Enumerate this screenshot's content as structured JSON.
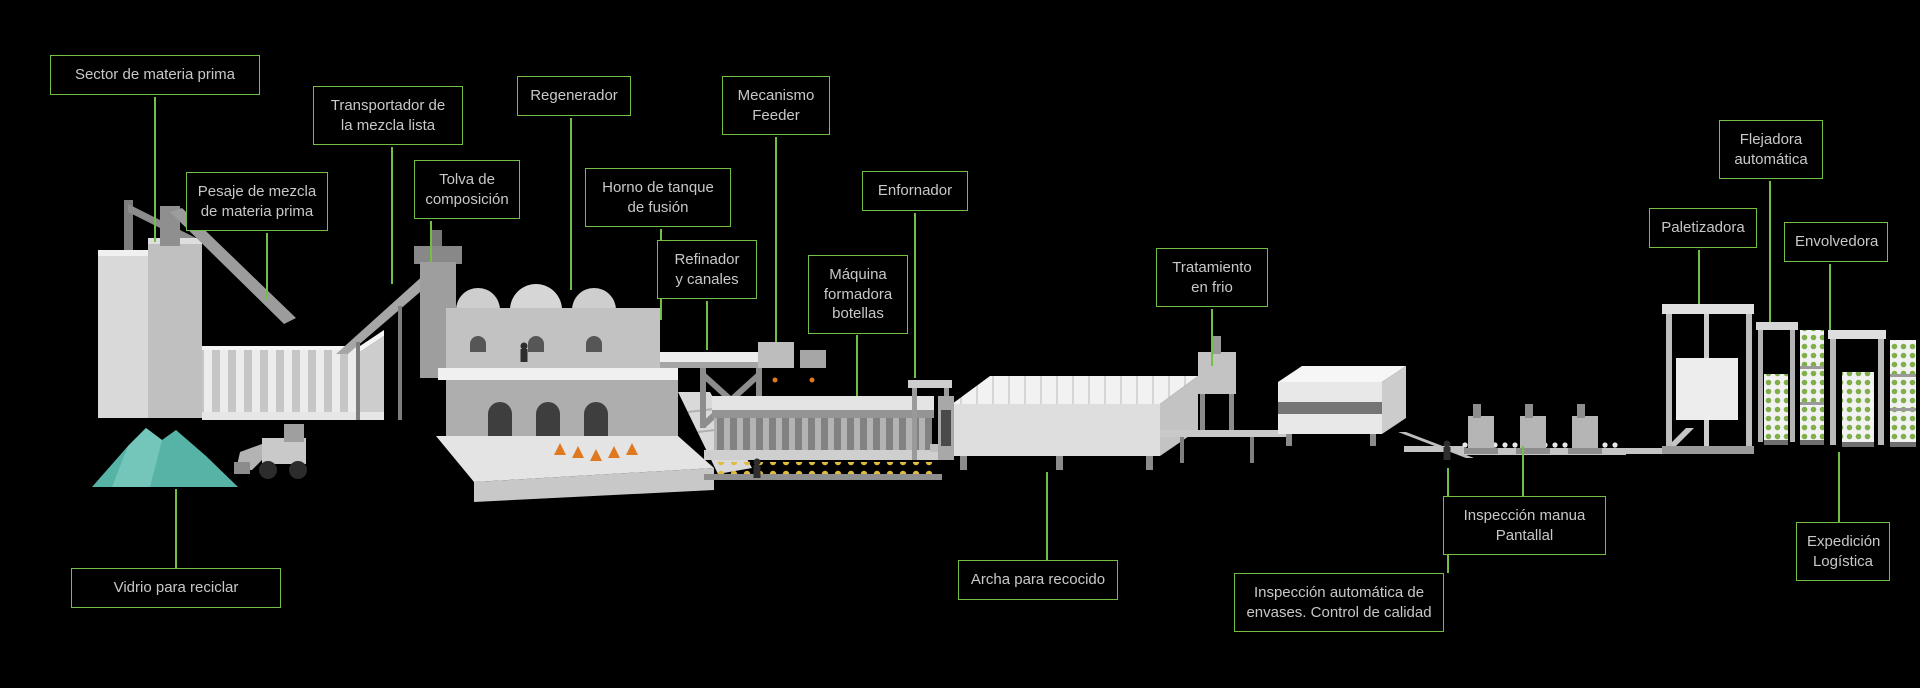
{
  "diagram": {
    "colors": {
      "background": "#000000",
      "label_border": "#72bf44",
      "label_text": "#c8c8c8",
      "leader_line": "#72bf44",
      "cullet_pile_teal": "#57b3a6",
      "hot_gob_orange": "#e07820",
      "bottles_yellow": "#dfbe3f",
      "bottles_green": "#7fae4a",
      "machinery_light": "#e9e9e9",
      "machinery_mid": "#bdbdbd",
      "machinery_dark": "#8a8a8a"
    },
    "labels": [
      {
        "id": "sector-materia-prima",
        "text": "Sector de materia prima"
      },
      {
        "id": "pesaje-mezcla",
        "text": "Pesaje de mezcla\nde materia prima"
      },
      {
        "id": "transportador-mezcla",
        "text": "Transportador de\nla mezcla lista"
      },
      {
        "id": "tolva-composicion",
        "text": "Tolva de\ncomposición"
      },
      {
        "id": "regenerador",
        "text": "Regenerador"
      },
      {
        "id": "horno-tanque-fusion",
        "text": "Horno de tanque\nde fusión"
      },
      {
        "id": "refinador-canales",
        "text": "Refinador\ny canales"
      },
      {
        "id": "mecanismo-feeder",
        "text": "Mecanismo\nFeeder"
      },
      {
        "id": "maquina-formadora",
        "text": "Máquina\nformadora\nbotellas"
      },
      {
        "id": "enfornador",
        "text": "Enfornador"
      },
      {
        "id": "archa-recocido",
        "text": "Archa para recocido"
      },
      {
        "id": "tratamiento-frio",
        "text": "Tratamiento\nen frio"
      },
      {
        "id": "inspeccion-automatica",
        "text": "Inspección automática de\nenvases. Control de calidad"
      },
      {
        "id": "inspeccion-manual",
        "text": "Inspección manua\nPantallal"
      },
      {
        "id": "flejadora-automatica",
        "text": "Flejadora\nautomática"
      },
      {
        "id": "paletizadora",
        "text": "Paletizadora"
      },
      {
        "id": "envolvedora",
        "text": "Envolvedora"
      },
      {
        "id": "expedicion-logistica",
        "text": "Expedición\nLogística"
      },
      {
        "id": "vidrio-reciclar",
        "text": "Vidrio para reciclar"
      }
    ]
  }
}
